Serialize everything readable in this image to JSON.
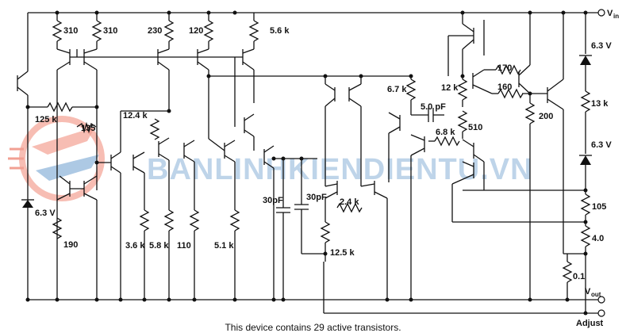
{
  "terminals": {
    "vin_main": "V",
    "vin_sub": "in",
    "vout_main": "V",
    "vout_sub": "out",
    "adjust": "Adjust"
  },
  "resistors": {
    "r310a": "310",
    "r310b": "310",
    "r230": "230",
    "r120": "120",
    "r5k6": "5.6 k",
    "r125k": "125 k",
    "r135": "135",
    "r12k4": "12.4 k",
    "r190": "190",
    "r3k6": "3.6 k",
    "r5k8": "5.8 k",
    "r110": "110",
    "r5k1": "5.1 k",
    "r6k7": "6.7 k",
    "r12k": "12 k",
    "r170": "170",
    "r160": "160",
    "r200": "200",
    "r13k": "13 k",
    "r6k8": "6.8 k",
    "r510": "510",
    "r2k4": "2.4 k",
    "r12k5": "12.5 k",
    "r105": "105",
    "r4_0": "4.0",
    "r0_1": "0.1"
  },
  "capacitors": {
    "c5p": "5.0 pF",
    "c30a": "30pF",
    "c30b": "30pF"
  },
  "zeners": {
    "z_left": "6.3 V",
    "z_right_top": "6.3 V",
    "z_right_mid": "6.3 V"
  },
  "watermark": {
    "text": "BANLINHKIENDIENTU.VN",
    "color_primary": "#e8543b",
    "color_secondary": "#2a72b8"
  },
  "caption": "This device contains 29 active transistors."
}
